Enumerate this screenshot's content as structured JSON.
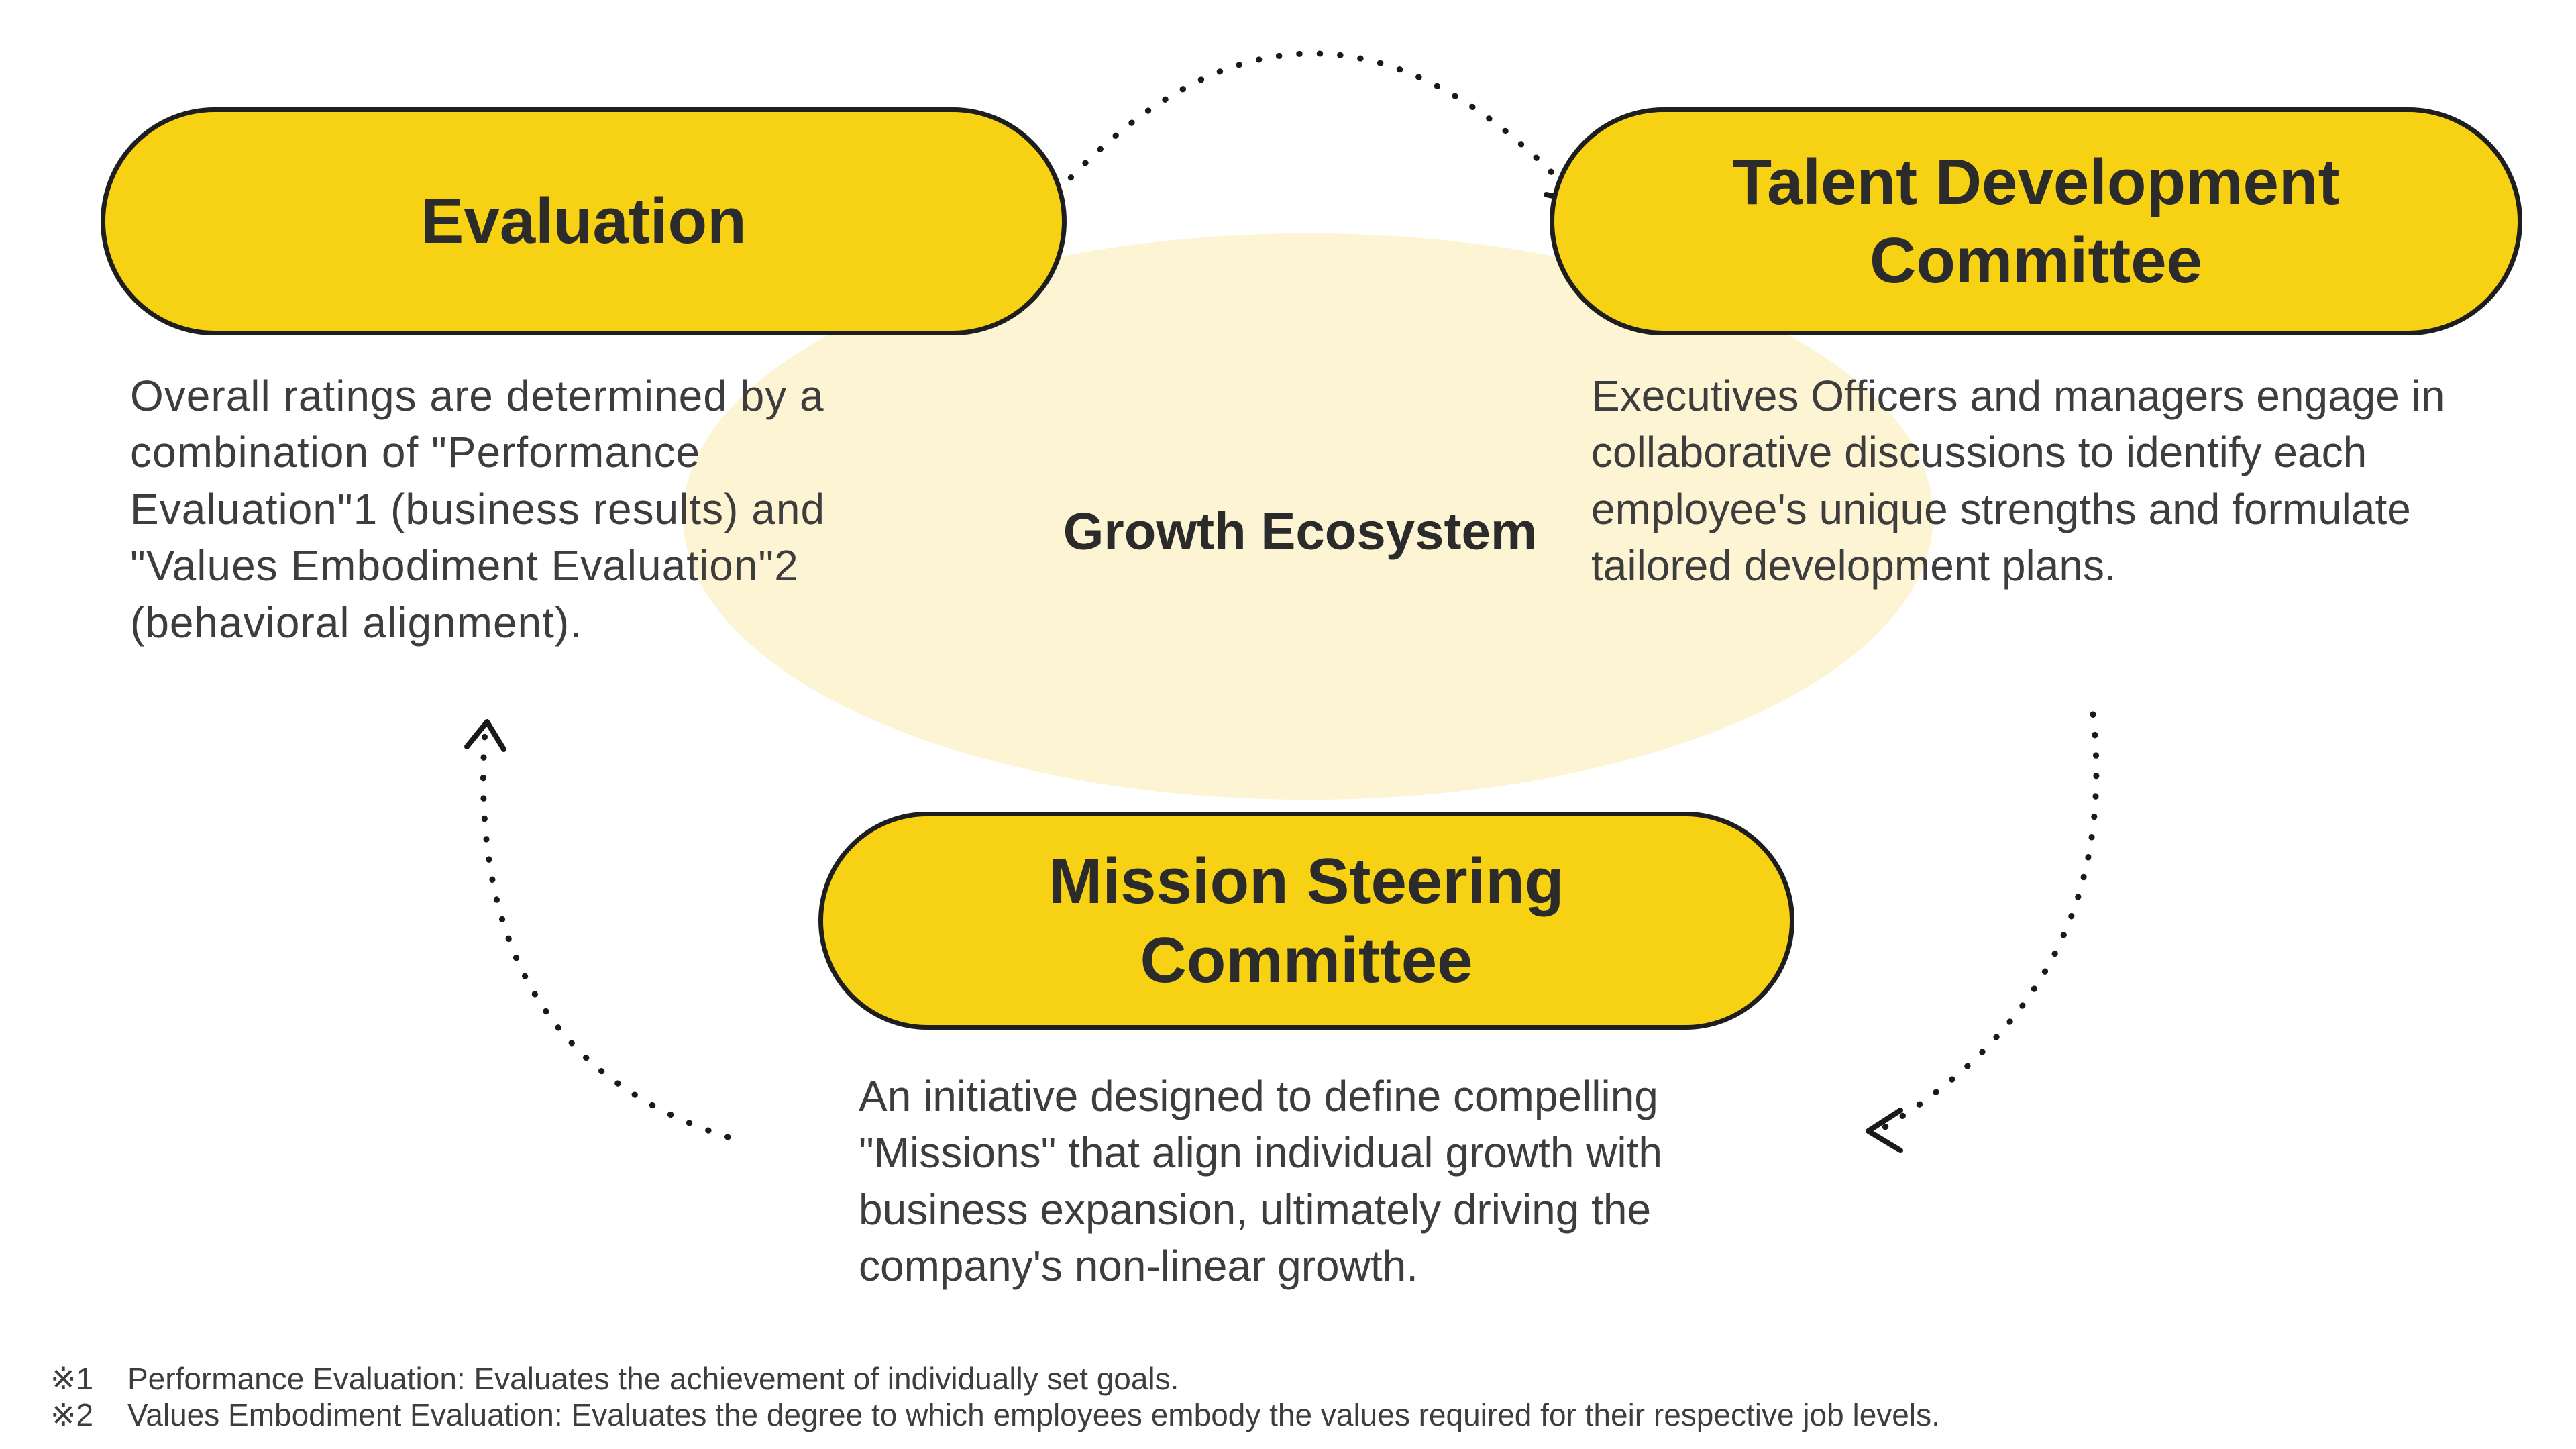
{
  "diagram": {
    "center_label": "Growth Ecosystem",
    "nodes": {
      "evaluation": {
        "title": "Evaluation",
        "description": "Overall ratings are determined by a combination of \"Performance Evaluation\"1 (business results) and \"Values Embodiment Evaluation\"2 (behavioral alignment)."
      },
      "talent": {
        "title": "Talent Development Committee",
        "description": "Executives Officers and managers engage in collaborative discussions to identify each employee's unique strengths and formulate tailored development plans."
      },
      "mission": {
        "title": "Mission Steering Committee",
        "description": "An initiative designed to define compelling \"Missions\" that align individual growth with business expansion, ultimately driving the company's non-linear growth."
      }
    },
    "footnotes": [
      {
        "marker": "※1",
        "text": "Performance Evaluation: Evaluates the achievement of individually set goals."
      },
      {
        "marker": "※2",
        "text": "Values Embodiment Evaluation: Evaluates the degree to which employees embody the values required for their respective job levels."
      }
    ],
    "colors": {
      "pill_fill": "#F7D114",
      "pill_border": "#1E1E1E",
      "circle_fill": "#FCF4D3",
      "title_text": "#2B2B2B",
      "body_text": "#3D3D3D",
      "arrow": "#1A1A1A"
    }
  }
}
